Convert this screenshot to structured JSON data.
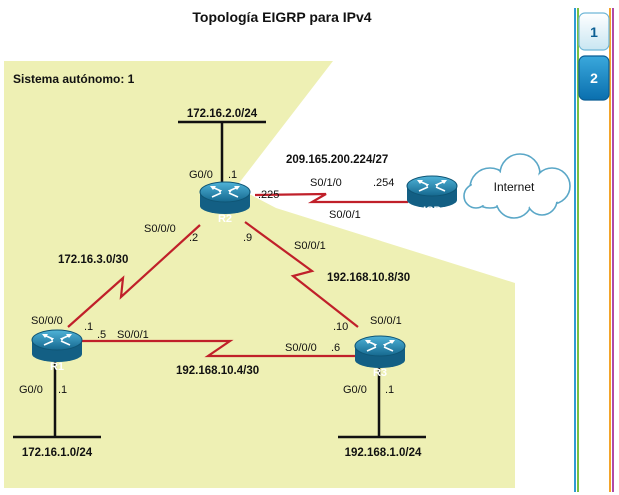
{
  "title": "Topología EIGRP para IPv4",
  "as_label": "Sistema autónomo: 1",
  "colors": {
    "area": "#eef0b4",
    "link": "#c0202a",
    "router": "#1f7fa8"
  },
  "tabs": [
    {
      "label": "1",
      "active": false
    },
    {
      "label": "2",
      "active": true
    }
  ],
  "routers": {
    "r1": {
      "name": "R1"
    },
    "r2": {
      "name": "R2"
    },
    "r3": {
      "name": "R3"
    },
    "isp": {
      "name": "ISP"
    }
  },
  "cloud": {
    "label": "Internet",
    "icon": "cloud-icon"
  },
  "networks": {
    "lan_r2": "172.16.2.0/24",
    "lan_r1": "172.16.1.0/24",
    "lan_r3": "192.168.1.0/24",
    "net_r1_r2": "172.16.3.0/30",
    "net_r2_r3": "192.168.10.8/30",
    "net_r1_r3": "192.168.10.4/30",
    "net_isp": "209.165.200.224/27"
  },
  "interfaces": {
    "r2_g0": "G0/0",
    "r2_g0_ip": ".1",
    "r2_s000": "S0/0/0",
    "r2_s000_ip": ".2",
    "r2_s001": "S0/0/1",
    "r2_s001_ip": ".9",
    "r2_isp_ip": ".225",
    "r2_isp_if": "S0/0/1",
    "isp_if": "S0/1/0",
    "isp_ip": ".254",
    "r1_s000": "S0/0/0",
    "r1_s000_ip": ".1",
    "r1_s001": "S0/0/1",
    "r1_s001_ip": ".5",
    "r1_g0": "G0/0",
    "r1_g0_ip": ".1",
    "r3_s001": "S0/0/1",
    "r3_s001_ip": ".10",
    "r3_s000": "S0/0/0",
    "r3_s000_ip": ".6",
    "r3_g0": "G0/0",
    "r3_g0_ip": ".1"
  }
}
